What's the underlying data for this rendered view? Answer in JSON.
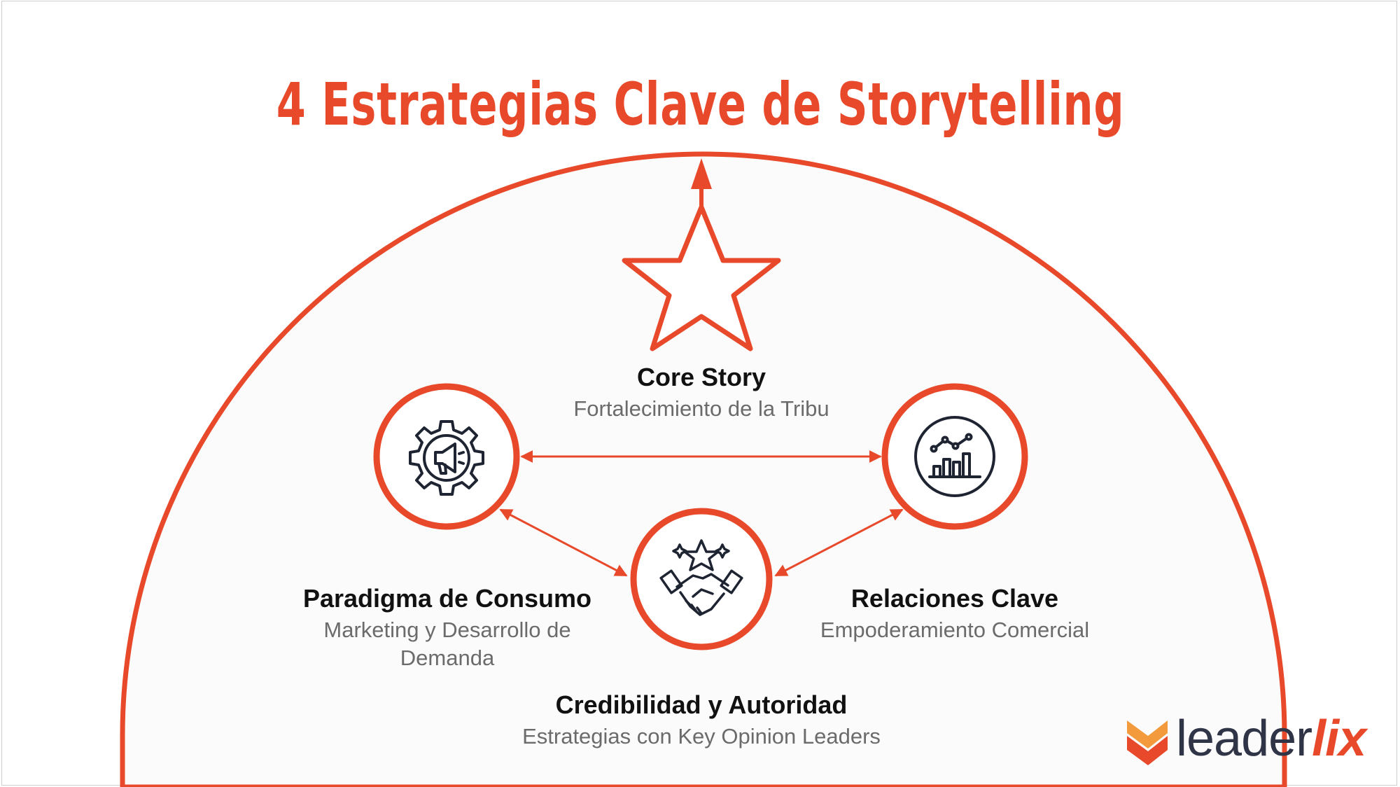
{
  "title": "4 Estrategias Clave de Storytelling",
  "nodes": {
    "core": {
      "title": "Core Story",
      "subtitle": "Fortalecimiento de la Tribu",
      "icon": "star-icon"
    },
    "paradigma": {
      "title": "Paradigma de Consumo",
      "subtitle_line1": "Marketing y Desarrollo de",
      "subtitle_line2": "Demanda",
      "icon": "gear-megaphone-icon"
    },
    "relaciones": {
      "title": "Relaciones Clave",
      "subtitle": "Empoderamiento Comercial",
      "icon": "chart-growth-icon"
    },
    "credibilidad": {
      "title": "Credibilidad y Autoridad",
      "subtitle": "Estrategias con Key Opinion Leaders",
      "icon": "handshake-star-icon"
    }
  },
  "logo": {
    "text_main": "leader",
    "text_accent": "lix",
    "icon": "leaderlix-chevron-icon"
  },
  "colors": {
    "accent": "#e8492a",
    "text": "#111111",
    "subtext": "#6b6b6b",
    "logo_dark": "#303447"
  }
}
